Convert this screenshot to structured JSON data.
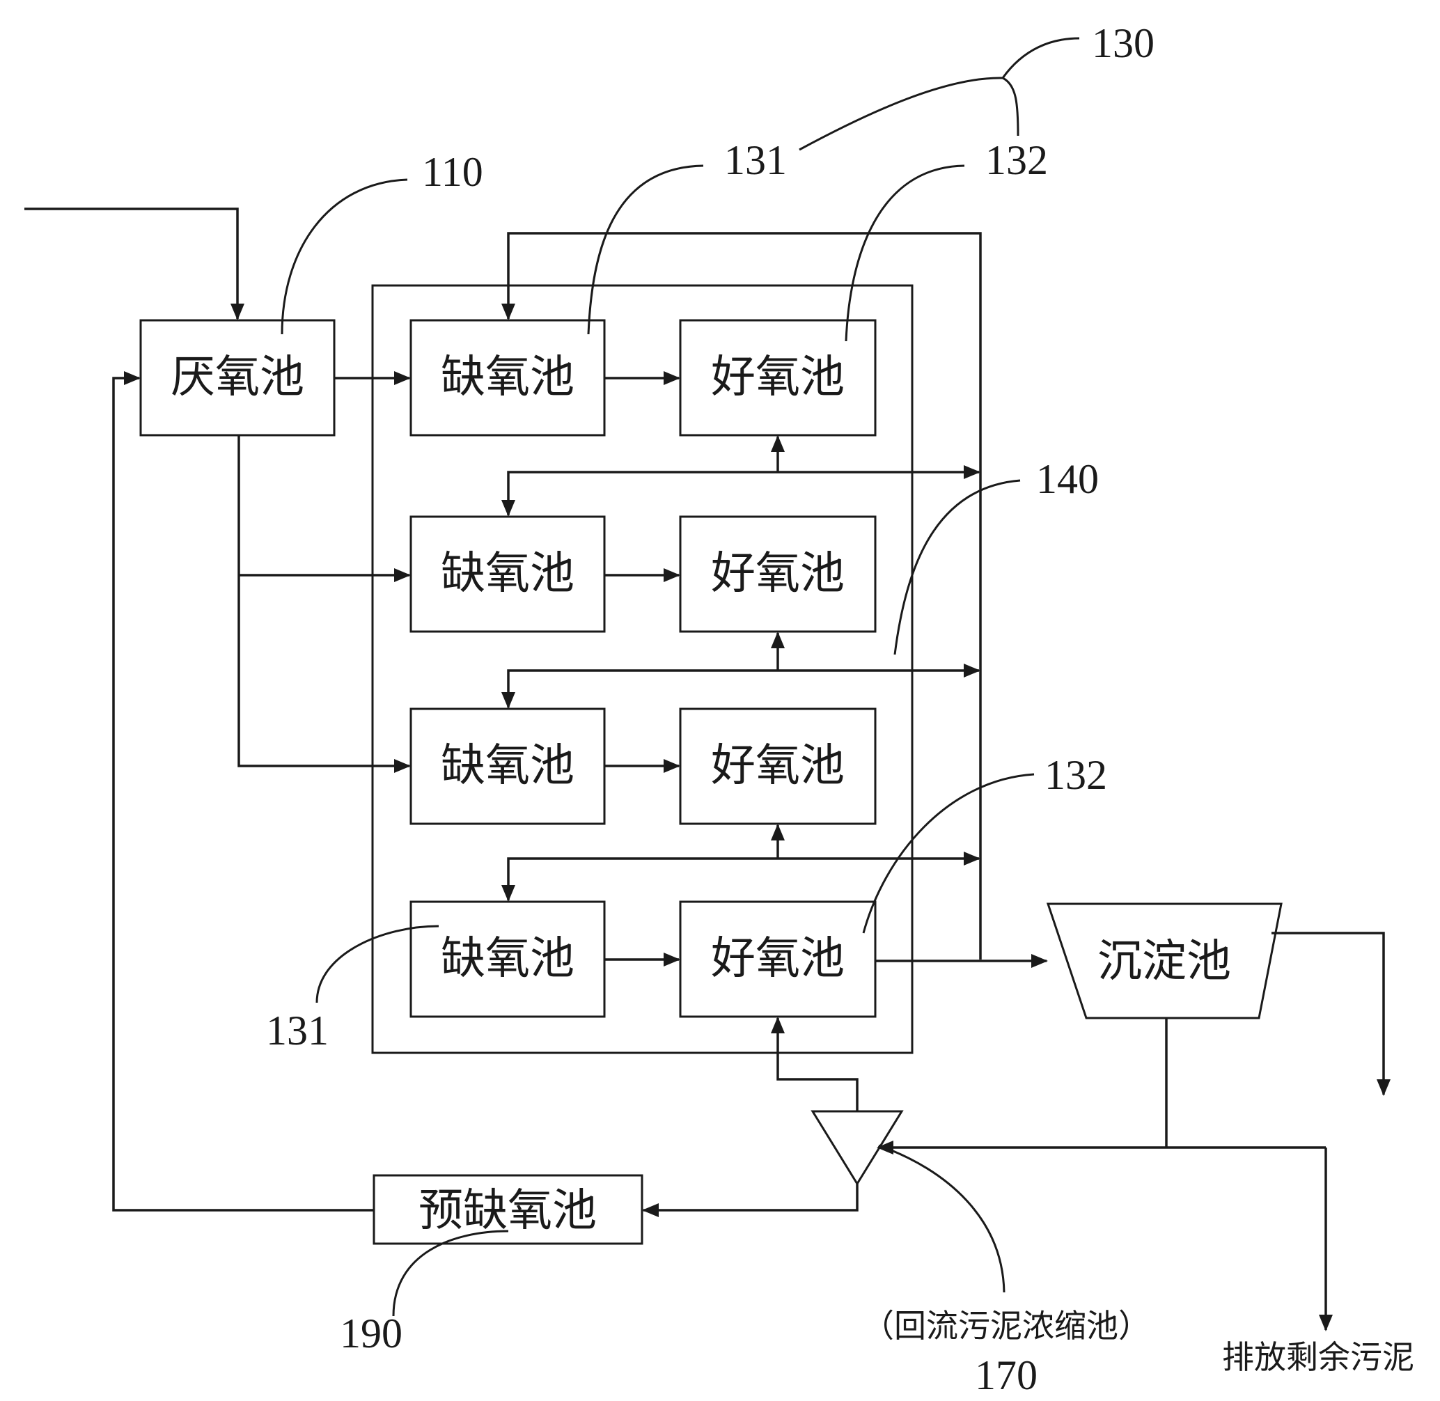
{
  "boxes": {
    "anaerobic": "厌氧池",
    "anoxic": "缺氧池",
    "aerobic": "好氧池",
    "settling": "沉淀池",
    "pre_anoxic": "预缺氧池"
  },
  "notes": {
    "thickener": "（回流污泥浓缩池）",
    "discharge": "排放剩余污泥"
  },
  "refs": {
    "r110": "110",
    "r130": "130",
    "r131": "131",
    "r132": "132",
    "r140": "140",
    "r170": "170",
    "r190": "190"
  },
  "colors": {
    "ink": "#1a1a1a",
    "background": "#ffffff"
  }
}
